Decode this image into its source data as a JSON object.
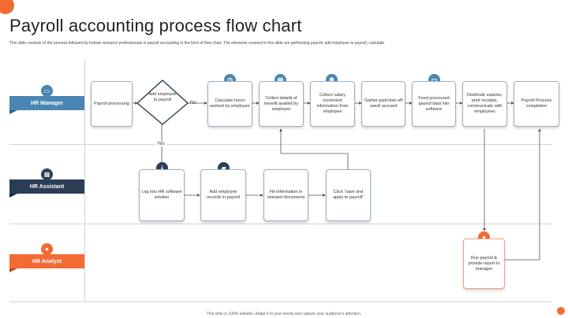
{
  "title": "Payroll accounting process flow chart",
  "subtitle": "This slide consists of the process followed by human resource professionals in payroll accounting in the form of flow chart. The elements covered in this slide are performing payroll, add employee to payroll, calculate",
  "footer": "This slide is 100% editable. Adapt it to your needs and capture your audience's attention.",
  "colors": {
    "hr_manager": "#4a86b4",
    "hr_assistant": "#2c3e55",
    "hr_analyst": "#f26b35"
  },
  "lanes": {
    "manager": "HR Manager",
    "assistant": "HR Assistant",
    "analyst": "HR Analyst"
  },
  "icons": {
    "manager": "monitor-icon",
    "assistant": "calendar-icon",
    "analyst": "flame-icon"
  },
  "labels": {
    "no": "No",
    "yes": "Yes"
  },
  "steps": {
    "payroll": "Payroll processing",
    "decision": "Add employee to payroll",
    "calculate": "Calculate hours worked by employee",
    "benefits": "Collect details of benefit availed by employee",
    "salary": "Collect salary increment information from employee",
    "timeoff": "Gather paid time off used/ accrued",
    "feed": "Feed processed payroll data into software",
    "distribute": "Distribute salaries, print receipts, communicate with employees",
    "completion": "Payroll Process completion",
    "login": "Log into HR software solution",
    "addrecords": "Add employee records in payroll",
    "fill": "Fill information in relevant documents",
    "save": "Click “save and apply to payroll”",
    "runpayroll": "Run payroll & provide report to manager"
  },
  "step_icons": {
    "calculate": "clock-icon",
    "benefits": "document-icon",
    "salary": "gear-icon",
    "feed": "laptop-icon",
    "login": "download-icon",
    "addrecords": "briefcase-icon",
    "runpayroll": "person-icon"
  }
}
